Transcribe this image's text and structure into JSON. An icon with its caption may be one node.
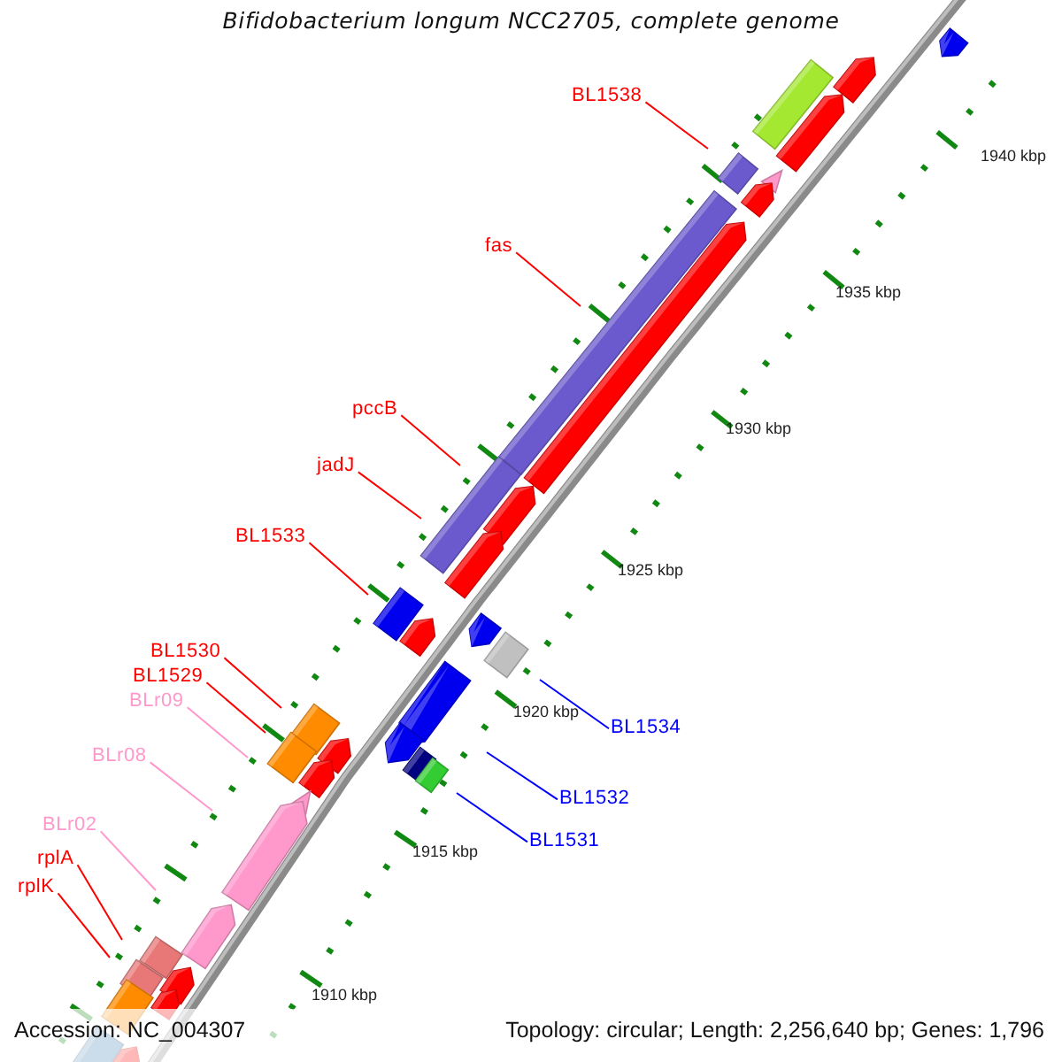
{
  "diagram": {
    "title": "Bifidobacterium longum NCC2705, complete genome",
    "nodes": [
      {
        "text": [
          "BL1538"
        ]
      },
      {
        "text": [
          "fas"
        ]
      },
      {
        "text": [
          "pccB"
        ]
      },
      {
        "text": [
          "jadJ"
        ]
      },
      {
        "text": [
          "BL1533"
        ]
      },
      {
        "text": [
          "BL1530"
        ]
      },
      {
        "text": [
          "BL1529"
        ]
      },
      {
        "text": [
          "BLr09"
        ]
      },
      {
        "text": [
          "BLr08"
        ]
      },
      {
        "text": [
          "BLr02"
        ]
      },
      {
        "text": [
          "rplA"
        ]
      },
      {
        "text": [
          "rplK"
        ]
      },
      {
        "text": [
          "BL1534"
        ]
      },
      {
        "text": [
          "BL1532"
        ]
      },
      {
        "text": [
          "BL1531"
        ]
      }
    ],
    "edges": [
      {
        "from": 0,
        "to": null,
        "arrow": "none"
      },
      {
        "from": 1,
        "to": null,
        "arrow": "none"
      },
      {
        "from": 2,
        "to": null,
        "arrow": "none"
      },
      {
        "from": 3,
        "to": null,
        "arrow": "none"
      },
      {
        "from": 4,
        "to": null,
        "arrow": "none"
      },
      {
        "from": 5,
        "to": null,
        "arrow": "none"
      },
      {
        "from": 6,
        "to": null,
        "arrow": "none"
      },
      {
        "from": 7,
        "to": null,
        "arrow": "none",
        "color": "#ff99cc"
      },
      {
        "from": 8,
        "to": null,
        "arrow": "none",
        "color": "#ff99cc"
      },
      {
        "from": 9,
        "to": null,
        "arrow": "none",
        "color": "#ff99cc"
      },
      {
        "from": 10,
        "to": null,
        "arrow": "none"
      },
      {
        "from": 11,
        "to": null,
        "arrow": "none"
      },
      {
        "from": 12,
        "to": null,
        "arrow": "none",
        "color": "#0000ff"
      },
      {
        "from": 13,
        "to": null,
        "arrow": "none",
        "color": "#0000ff"
      },
      {
        "from": 14,
        "to": null,
        "arrow": "none",
        "color": "#0000ff"
      }
    ],
    "labels": [
      "1940 kbp",
      "1935 kbp",
      "1930 kbp",
      "1925 kbp",
      "1920 kbp",
      "1915 kbp",
      "1910 kbp",
      "Accession: NC_004307",
      "Topology: circular; Length: 2,256,640 bp; Genes: 1,796"
    ]
  }
}
